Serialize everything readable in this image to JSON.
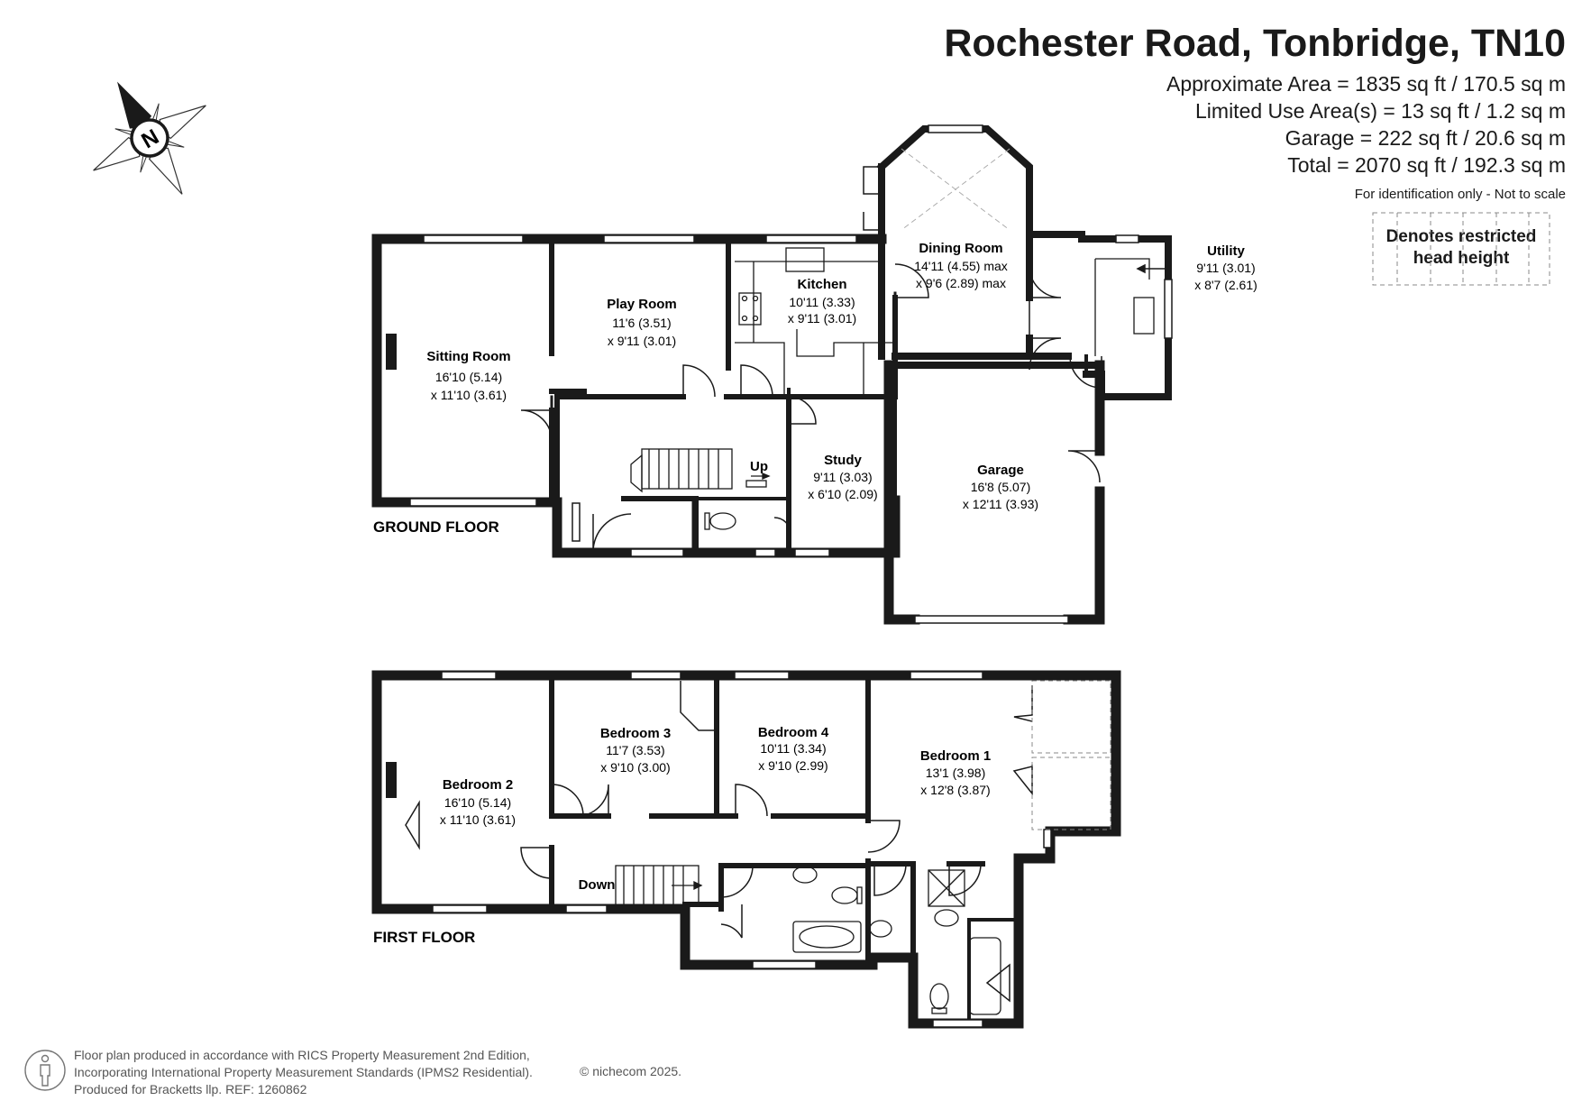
{
  "header": {
    "title": "Rochester Road, Tonbridge, TN10",
    "areas": [
      "Approximate Area = 1835 sq ft / 170.5 sq m",
      "Limited Use Area(s) = 13 sq ft / 1.2 sq m",
      "Garage = 222 sq ft / 20.6 sq m",
      "Total = 2070 sq ft / 192.3 sq m"
    ],
    "identification": "For identification only - Not to scale"
  },
  "legend": {
    "restricted_line1": "Denotes restricted",
    "restricted_line2": "head height"
  },
  "compass": {
    "label": "N",
    "icon": "compass-icon"
  },
  "floors": {
    "ground_label": "GROUND FLOOR",
    "first_label": "FIRST FLOOR"
  },
  "ground_rooms": {
    "sitting": {
      "name": "Sitting Room",
      "dim1": "16'10 (5.14)",
      "dim2": "x 11'10 (3.61)"
    },
    "play": {
      "name": "Play Room",
      "dim1": "11'6 (3.51)",
      "dim2": "x 9'11 (3.01)"
    },
    "kitchen": {
      "name": "Kitchen",
      "dim1": "10'11 (3.33)",
      "dim2": "x 9'11 (3.01)"
    },
    "dining": {
      "name": "Dining Room",
      "dim1": "14'11 (4.55) max",
      "dim2": "x 9'6 (2.89) max"
    },
    "utility": {
      "name": "Utility",
      "dim1": "9'11 (3.01)",
      "dim2": "x 8'7 (2.61)"
    },
    "study": {
      "name": "Study",
      "dim1": "9'11 (3.03)",
      "dim2": "x 6'10 (2.09)"
    },
    "garage": {
      "name": "Garage",
      "dim1": "16'8 (5.07)",
      "dim2": "x 12'11 (3.93)"
    },
    "stairs_label": "Up"
  },
  "first_rooms": {
    "bed2": {
      "name": "Bedroom 2",
      "dim1": "16'10 (5.14)",
      "dim2": "x 11'10 (3.61)"
    },
    "bed3": {
      "name": "Bedroom 3",
      "dim1": "11'7 (3.53)",
      "dim2": "x 9'10 (3.00)"
    },
    "bed4": {
      "name": "Bedroom 4",
      "dim1": "10'11 (3.34)",
      "dim2": "x 9'10 (2.99)"
    },
    "bed1": {
      "name": "Bedroom 1",
      "dim1": "13'1 (3.98)",
      "dim2": "x 12'8 (3.87)"
    },
    "stairs_label": "Down"
  },
  "footer": {
    "line1": "Floor plan produced in accordance with RICS Property Measurement 2nd Edition,",
    "line2": "Incorporating International Property Measurement Standards (IPMS2 Residential).",
    "line3": "Produced for Bracketts llp.   REF:  1260862",
    "copyright": "© nichecom 2025."
  }
}
